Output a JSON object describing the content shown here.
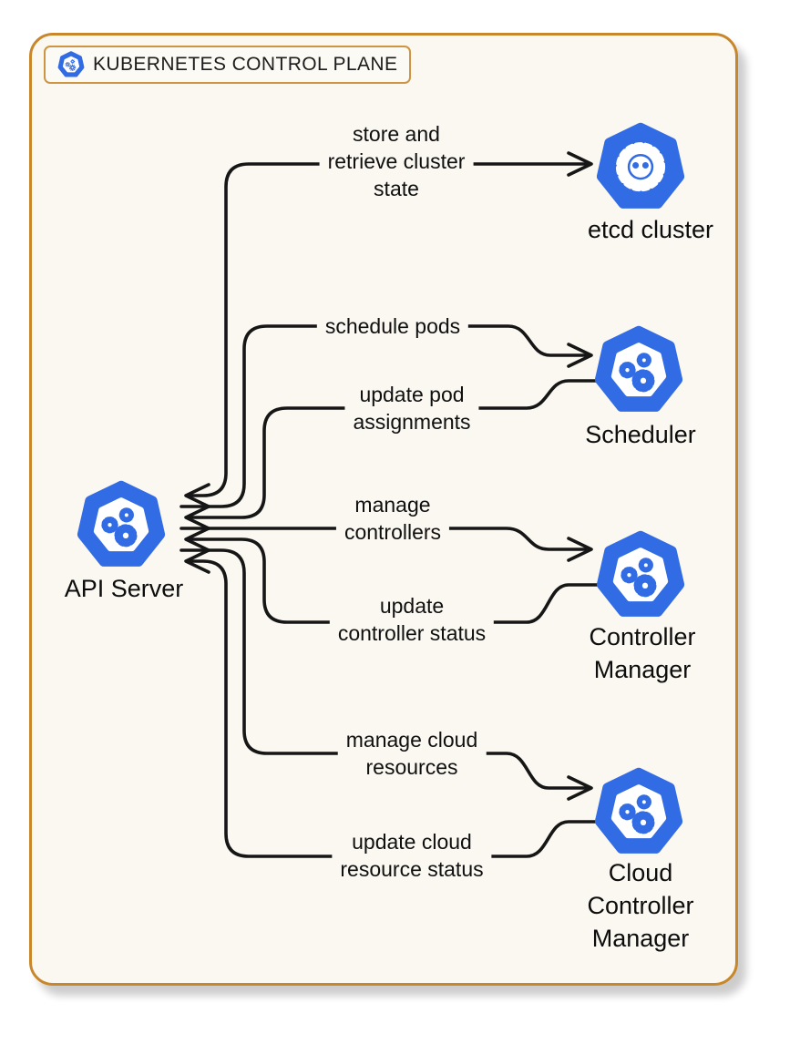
{
  "title": {
    "label": "KUBERNETES CONTROL PLANE",
    "icon": "kubernetes-icon"
  },
  "colors": {
    "card_background": "#FAF8F1",
    "card_border": "#C8872B",
    "kubernetes_blue": "#326CE5",
    "line_color": "#161616",
    "text_color": "#111111"
  },
  "nodes": {
    "api_server": {
      "label": "API Server",
      "icon": "kubernetes-gears-icon"
    },
    "etcd": {
      "label": "etcd cluster",
      "icon": "etcd-icon"
    },
    "scheduler": {
      "label": "Scheduler",
      "icon": "kubernetes-gears-icon"
    },
    "controller_manager": {
      "label_lines": [
        "Controller",
        "Manager"
      ],
      "icon": "kubernetes-gears-icon"
    },
    "cloud_controller_manager": {
      "label_lines": [
        "Cloud",
        "Controller",
        "Manager"
      ],
      "icon": "kubernetes-gears-icon"
    }
  },
  "edges": [
    {
      "from": "API Server",
      "to": "etcd cluster",
      "direction": "bidirectional",
      "label_lines": [
        "store and",
        "retrieve cluster",
        "state"
      ]
    },
    {
      "from": "API Server",
      "to": "Scheduler",
      "direction": "forward",
      "label_lines": [
        "schedule pods"
      ]
    },
    {
      "from": "Scheduler",
      "to": "API Server",
      "direction": "reverse",
      "label_lines": [
        "update pod",
        "assignments"
      ]
    },
    {
      "from": "API Server",
      "to": "Controller Manager",
      "direction": "forward",
      "label_lines": [
        "manage",
        "controllers"
      ]
    },
    {
      "from": "Controller Manager",
      "to": "API Server",
      "direction": "reverse",
      "label_lines": [
        "update",
        "controller status"
      ]
    },
    {
      "from": "API Server",
      "to": "Cloud Controller Manager",
      "direction": "forward",
      "label_lines": [
        "manage cloud",
        "resources"
      ]
    },
    {
      "from": "Cloud Controller Manager",
      "to": "API Server",
      "direction": "reverse",
      "label_lines": [
        "update cloud",
        "resource status"
      ]
    }
  ]
}
